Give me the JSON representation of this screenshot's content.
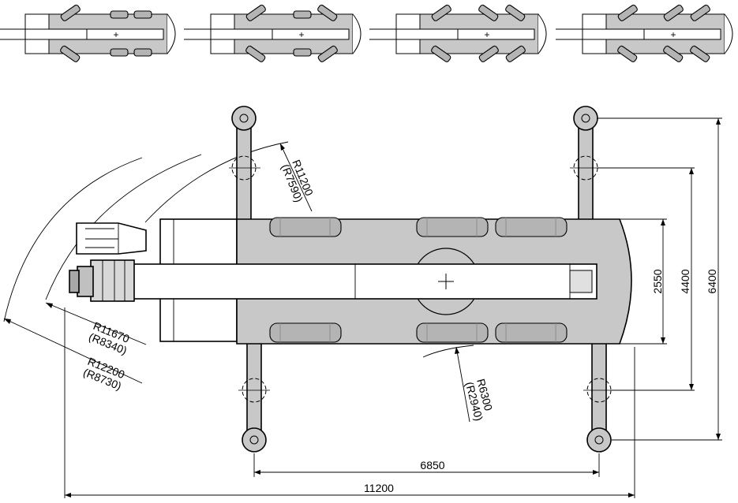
{
  "dimensions": {
    "overall_length": "11200",
    "wheelbase": "6850",
    "track_width": "2550",
    "outrigger_span_partial": "4400",
    "outrigger_span_full": "6400"
  },
  "radii": {
    "r_front_outer": "R11200",
    "r_front_outer_alt": "(R7590)",
    "r_boom_head": "R11670",
    "r_boom_head_alt": "(R8340)",
    "r_rear_max": "R12200",
    "r_rear_max_alt": "(R8730)",
    "r_inner": "R6300",
    "r_inner_alt": "(R2940)"
  }
}
